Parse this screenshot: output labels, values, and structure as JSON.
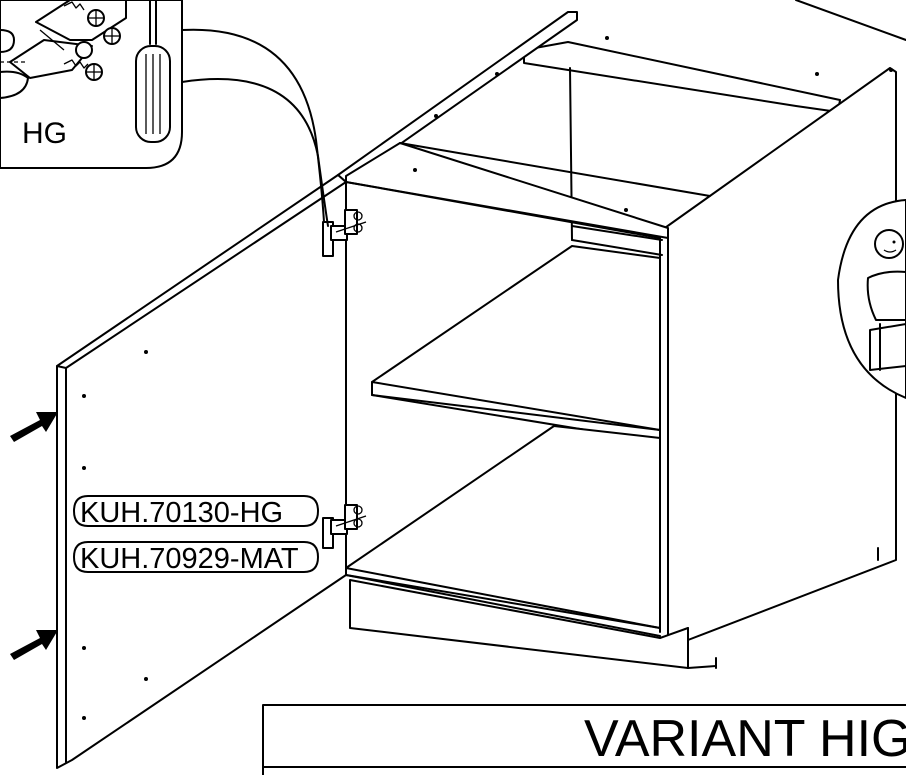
{
  "detail_callout": {
    "label": "HG"
  },
  "part_labels": [
    {
      "text": "KUH.70130-HG"
    },
    {
      "text": "KUH.70929-MAT"
    }
  ],
  "title_block": {
    "text": "VARIANT HIG"
  }
}
